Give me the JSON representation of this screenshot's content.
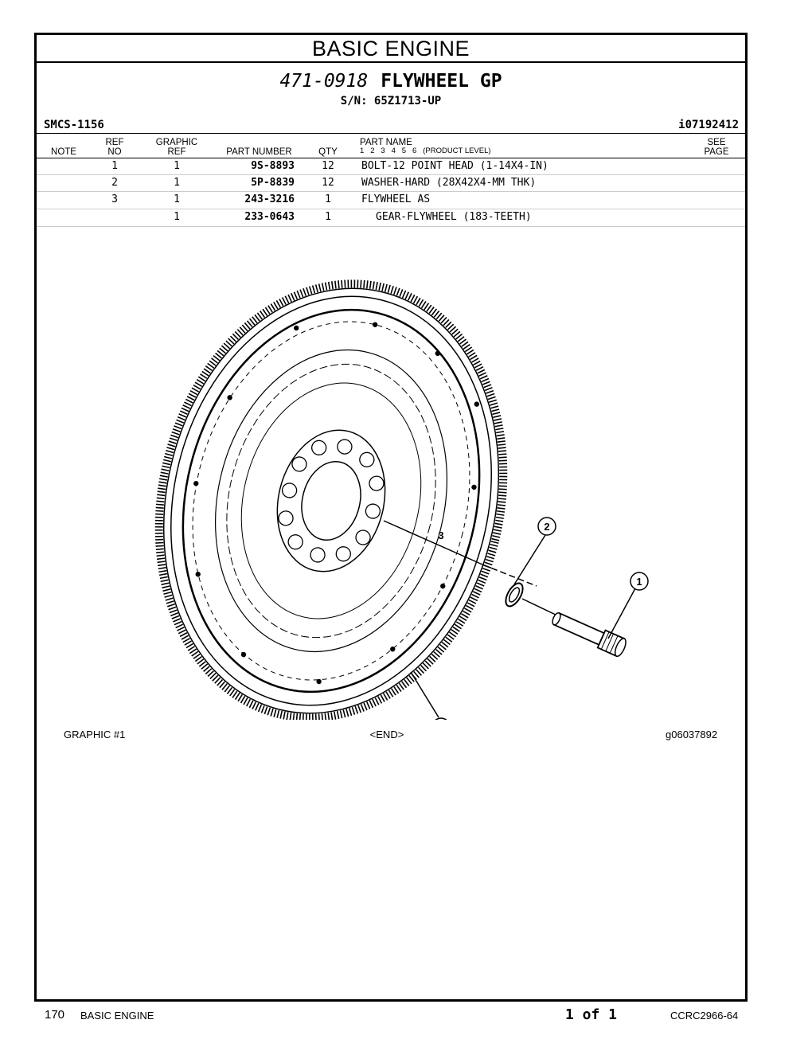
{
  "header": {
    "section_title": "BASIC ENGINE",
    "group_number": "471-0918",
    "group_name": "FLYWHEEL GP",
    "serial": "S/N: 65Z1713-UP",
    "smcs": "SMCS-1156",
    "illustration_id": "i07192412"
  },
  "table": {
    "columns": {
      "note": "NOTE",
      "ref_top": "REF",
      "ref_bottom": "NO",
      "graphic_top": "GRAPHIC",
      "graphic_bottom": "REF",
      "part_number": "PART NUMBER",
      "qty": "QTY",
      "part_name": "PART NAME",
      "levels": "1   2   3   4   5   6   (PRODUCT LEVEL)",
      "see_top": "SEE",
      "see_bottom": "PAGE"
    },
    "rows": [
      {
        "ref": "1",
        "graphic": "1",
        "part_number": "9S-8893",
        "qty": "12",
        "name": "BOLT-12 POINT HEAD (1-14X4-IN)"
      },
      {
        "ref": "2",
        "graphic": "1",
        "part_number": "5P-8839",
        "qty": "12",
        "name": "WASHER-HARD (28X42X4-MM THK)"
      },
      {
        "ref": "3",
        "graphic": "1",
        "part_number": "243-3216",
        "qty": "1",
        "name": "FLYWHEEL AS"
      },
      {
        "ref": "",
        "graphic": "1",
        "part_number": "233-0643",
        "qty": "1",
        "name": "GEAR-FLYWHEEL (183-TEETH)"
      }
    ]
  },
  "diagram": {
    "callouts": [
      "1",
      "2",
      "3"
    ]
  },
  "caption": {
    "left": "GRAPHIC #1",
    "center": "<END>",
    "right": "g06037892"
  },
  "footer": {
    "page_number": "170",
    "section": "BASIC ENGINE",
    "page_of": "1 of 1",
    "doc_code": "CCRC2966-64"
  }
}
